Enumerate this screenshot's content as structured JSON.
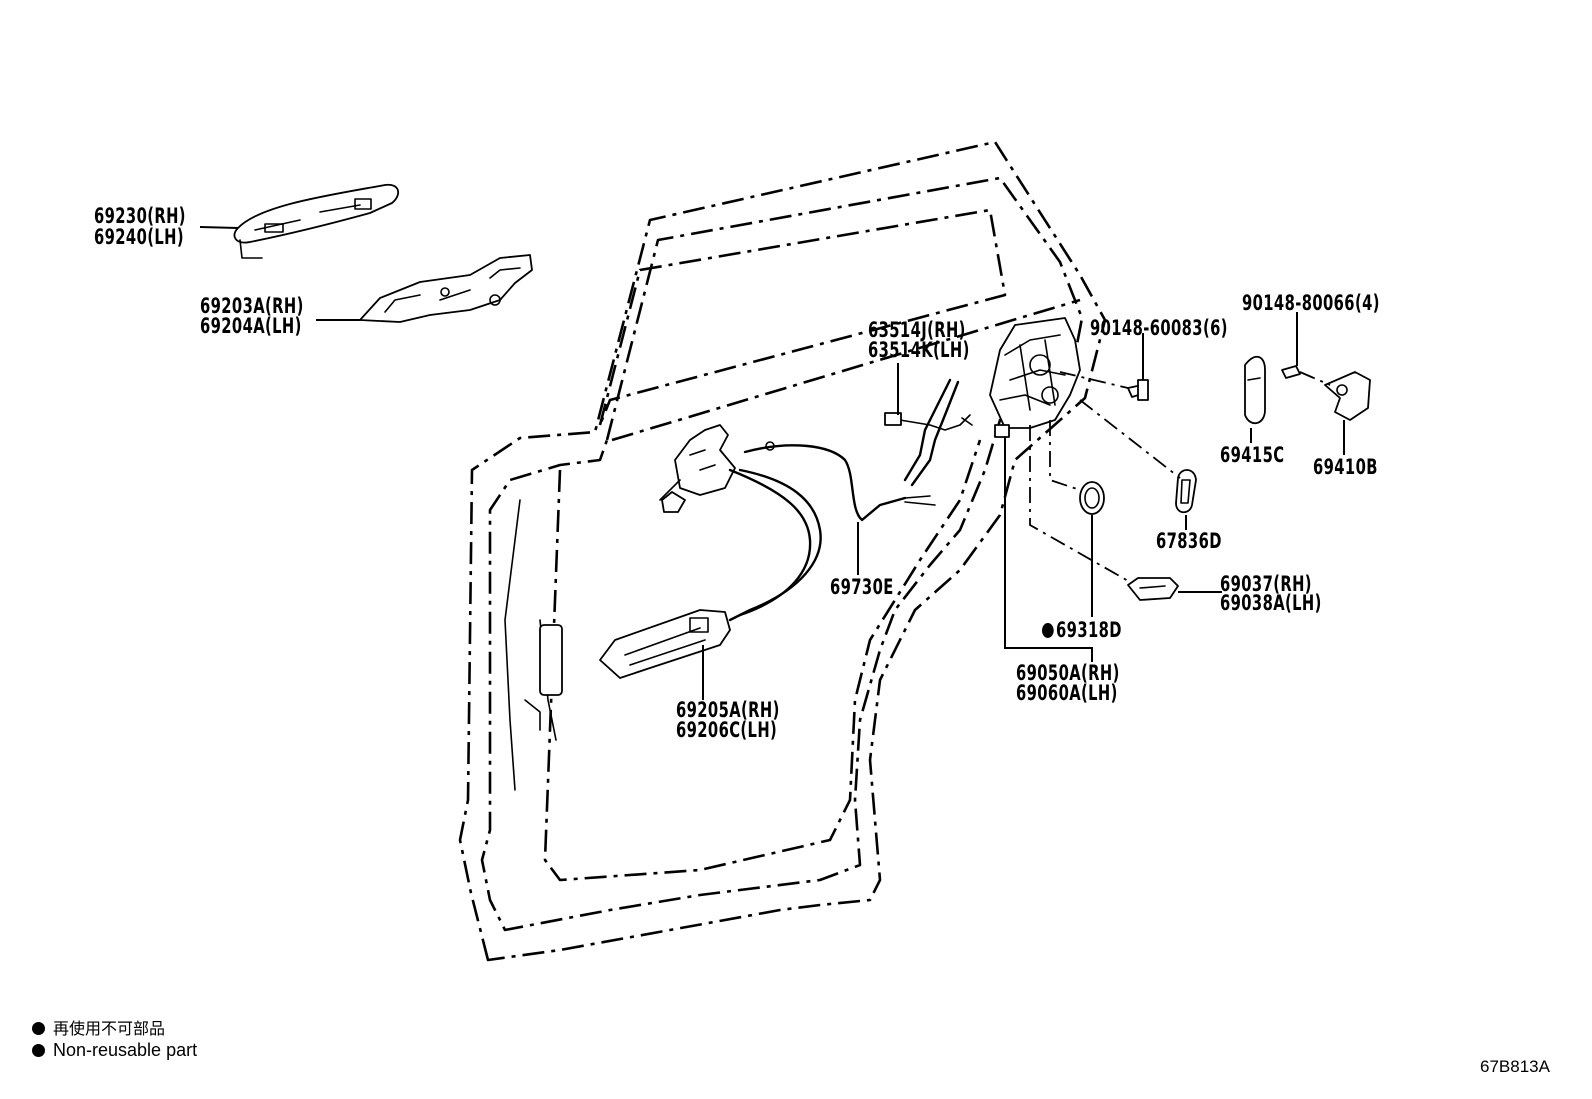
{
  "parts": {
    "outside_handle": {
      "rh": "69230(RH)",
      "lh": "69240(LH)"
    },
    "handle_frame": {
      "rh": "69203A(RH)",
      "lh": "69204A(LH)"
    },
    "wire_harness": {
      "rh": "63514J(RH)",
      "lh": "63514K(LH)"
    },
    "lock_cable": "69730E",
    "inside_handle": {
      "rh": "69205A(RH)",
      "lh": "69206C(LH)"
    },
    "screw_lock": "90148-60083(6)",
    "screw_striker": "90148-80066(4)",
    "striker_cover": "69415C",
    "striker": "69410B",
    "grommet": "67836D",
    "link": {
      "rh": "69037(RH)",
      "lh": "69038A(LH)"
    },
    "seal": "69318D",
    "lock_assy": {
      "rh": "69050A(RH)",
      "lh": "69060A(LH)"
    }
  },
  "legend": {
    "line_jp": "再使用不可部品",
    "line_en": "Non-reusable part"
  },
  "diagram_code": "67B813A"
}
